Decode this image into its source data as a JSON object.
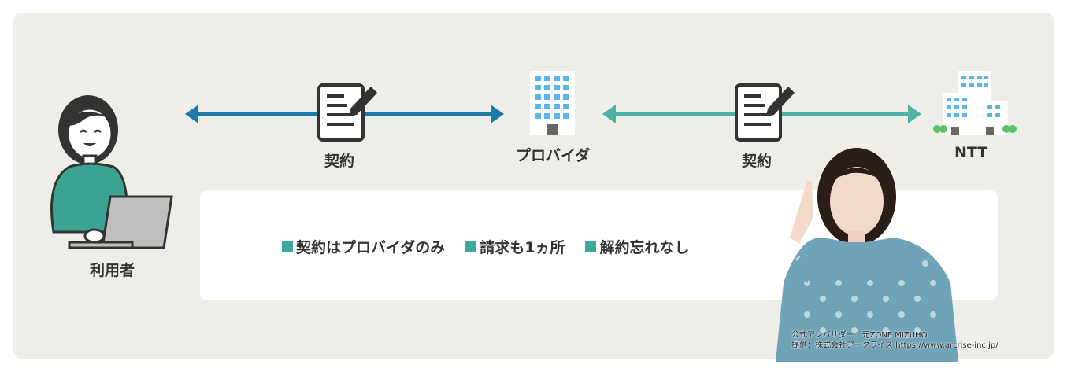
{
  "nodes": {
    "user": "利用者",
    "provider": "プロバイダ",
    "ntt": "NTT"
  },
  "contracts": {
    "left": "契約",
    "right": "契約"
  },
  "benefits": [
    "契約はプロバイダのみ",
    "請求も1ヵ所",
    "解約忘れなし"
  ],
  "credit": {
    "line1": "公式アンバサダー：元ZONE MIZUHO",
    "line2": "提供：株式会社アークライズ https://www.arcrise-inc.jp/"
  },
  "colors": {
    "panel_bg": "#efede7",
    "arrow_left": "#1a7aa8",
    "arrow_right": "#4db3a7",
    "benefit_square": "#3aa89a"
  },
  "icons": [
    "user-laptop-icon",
    "contract-doc-icon",
    "building-icon",
    "office-complex-icon",
    "ambassador-photo"
  ]
}
